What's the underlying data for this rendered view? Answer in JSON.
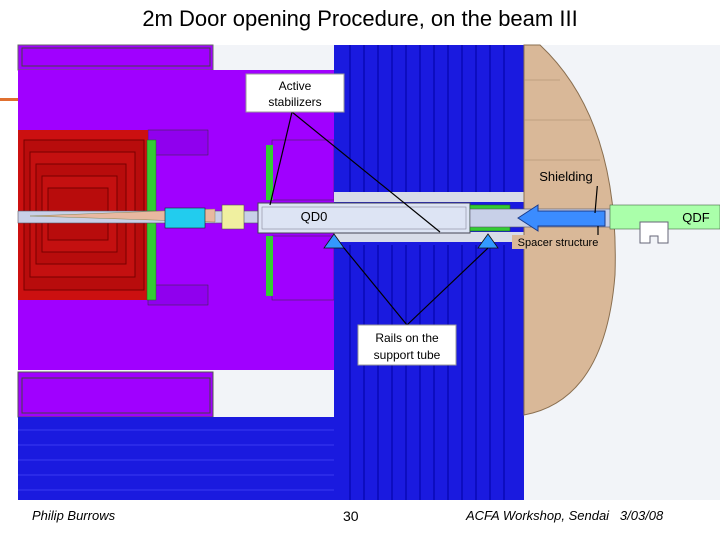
{
  "title": "2m Door opening Procedure, on the beam III",
  "labels": {
    "active_stabilizers": [
      "Active",
      "stabilizers"
    ],
    "shielding": "Shielding",
    "qd0": "QD0",
    "qdf": "QDF",
    "spacer_structure": "Spacer structure",
    "rails": [
      "Rails on the",
      "support tube"
    ]
  },
  "footer": {
    "author": "Philip Burrows",
    "page": "30",
    "event": "ACFA Workshop, Sendai   3/03/08"
  },
  "colors": {
    "magenta": "#a000ff",
    "deep_blue": "#1a1adf",
    "red": "#cc1010",
    "green": "#33cc33",
    "tan": "#d9b898",
    "light_green": "#aaffaa",
    "pipe": "#c8d0e8"
  }
}
